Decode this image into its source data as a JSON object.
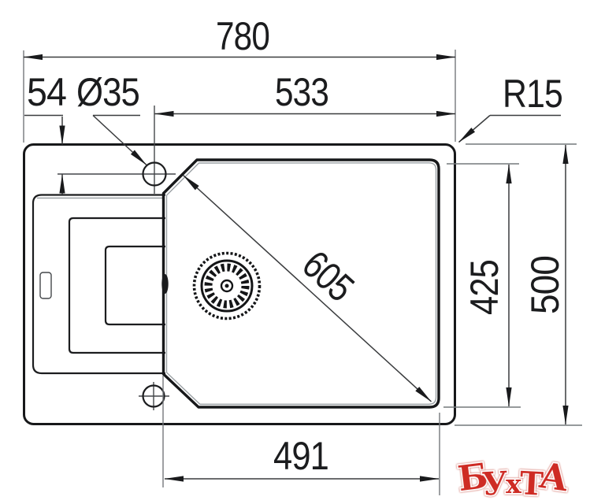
{
  "dims": {
    "overall_width": "780",
    "tap_hole_offset": "54",
    "tap_hole_diameter": "Ø35",
    "tap_center_to_right_edge": "533",
    "corner_radius": "R15",
    "bowl_diagonal": "605",
    "bowl_front_to_back": "425",
    "overall_front_to_back": "500",
    "bowl_width": "491"
  },
  "watermark": {
    "text": "БУхТА",
    "letters": [
      "Б",
      "У",
      "х",
      "Т",
      "А"
    ],
    "fill": "#ce2b24"
  },
  "style": {
    "background": "#ffffff",
    "outline_color": "#17181a",
    "dim_color": "#3a3c3e",
    "shadow_color": "#9aa0a4",
    "watermark_color": "#ce2b24"
  }
}
